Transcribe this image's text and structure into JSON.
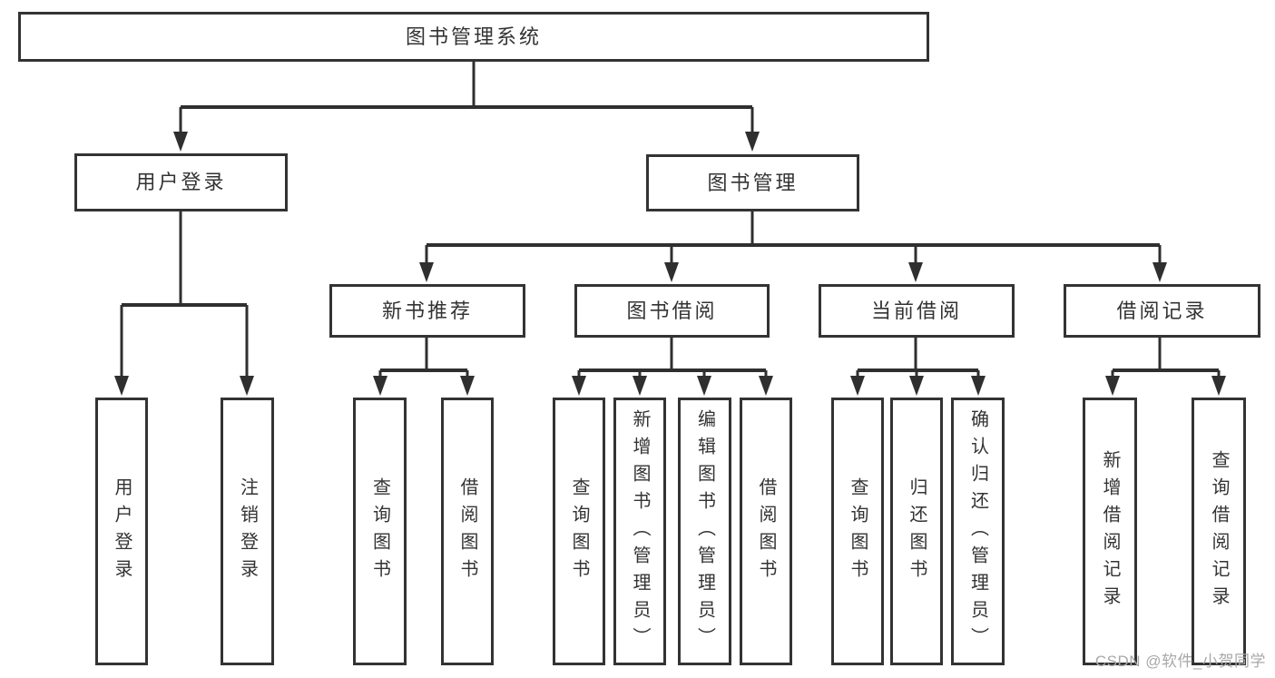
{
  "diagram": {
    "root": "图书管理系统",
    "level2": {
      "user_login": "用户登录",
      "book_management": "图书管理"
    },
    "level3": [
      "新书推荐",
      "图书借阅",
      "当前借阅",
      "借阅记录"
    ],
    "user_login_children": [
      "用户登录",
      "注销登录"
    ],
    "new_book_children": [
      "查询图书",
      "借阅图书"
    ],
    "borrow_children": [
      "查询图书",
      "新增图书（管理员）",
      "编辑图书（管理员）",
      "借阅图书"
    ],
    "current_children": [
      "查询图书",
      "归还图书",
      "确认归还（管理员）"
    ],
    "record_children": [
      "新增借阅记录",
      "查询借阅记录"
    ]
  },
  "colors": {
    "line": "#2f2f2f",
    "box_border": "#333333",
    "text": "#333333",
    "watermark": "#a8a8a8",
    "background": "#ffffff"
  },
  "watermark": {
    "text": "CSDN @软件_小贺同学"
  }
}
